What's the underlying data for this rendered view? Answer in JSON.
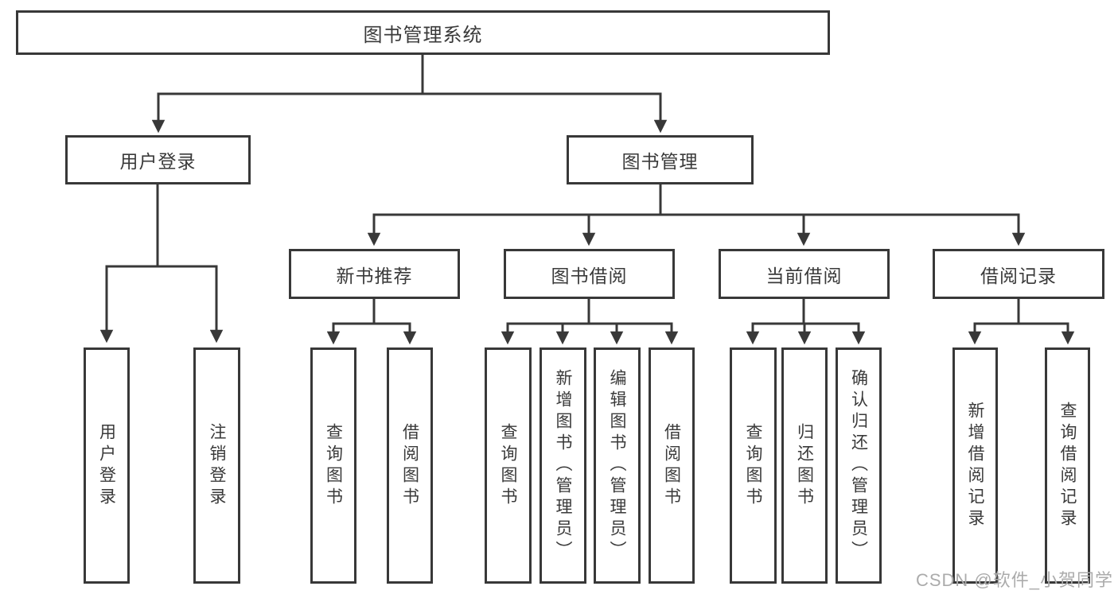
{
  "colors": {
    "line": "#383838",
    "text": "#3a3a3a",
    "watermark": "#ababab",
    "background": "#ffffff"
  },
  "tree": {
    "label": "图书管理系统",
    "children": [
      {
        "label": "用户登录",
        "children": [
          {
            "label": "用户登录"
          },
          {
            "label": "注销登录"
          }
        ]
      },
      {
        "label": "图书管理",
        "children": [
          {
            "label": "新书推荐",
            "children": [
              {
                "label": "查询图书"
              },
              {
                "label": "借阅图书"
              }
            ]
          },
          {
            "label": "图书借阅",
            "children": [
              {
                "label": "查询图书"
              },
              {
                "label": "新增图书（管理员）"
              },
              {
                "label": "编辑图书（管理员）"
              },
              {
                "label": "借阅图书"
              }
            ]
          },
          {
            "label": "当前借阅",
            "children": [
              {
                "label": "查询图书"
              },
              {
                "label": "归还图书"
              },
              {
                "label": "确认归还（管理员）"
              }
            ]
          },
          {
            "label": "借阅记录",
            "children": [
              {
                "label": "新增借阅记录"
              },
              {
                "label": "查询借阅记录"
              }
            ]
          }
        ]
      }
    ]
  },
  "watermark": "CSDN @软件_小贺同学"
}
